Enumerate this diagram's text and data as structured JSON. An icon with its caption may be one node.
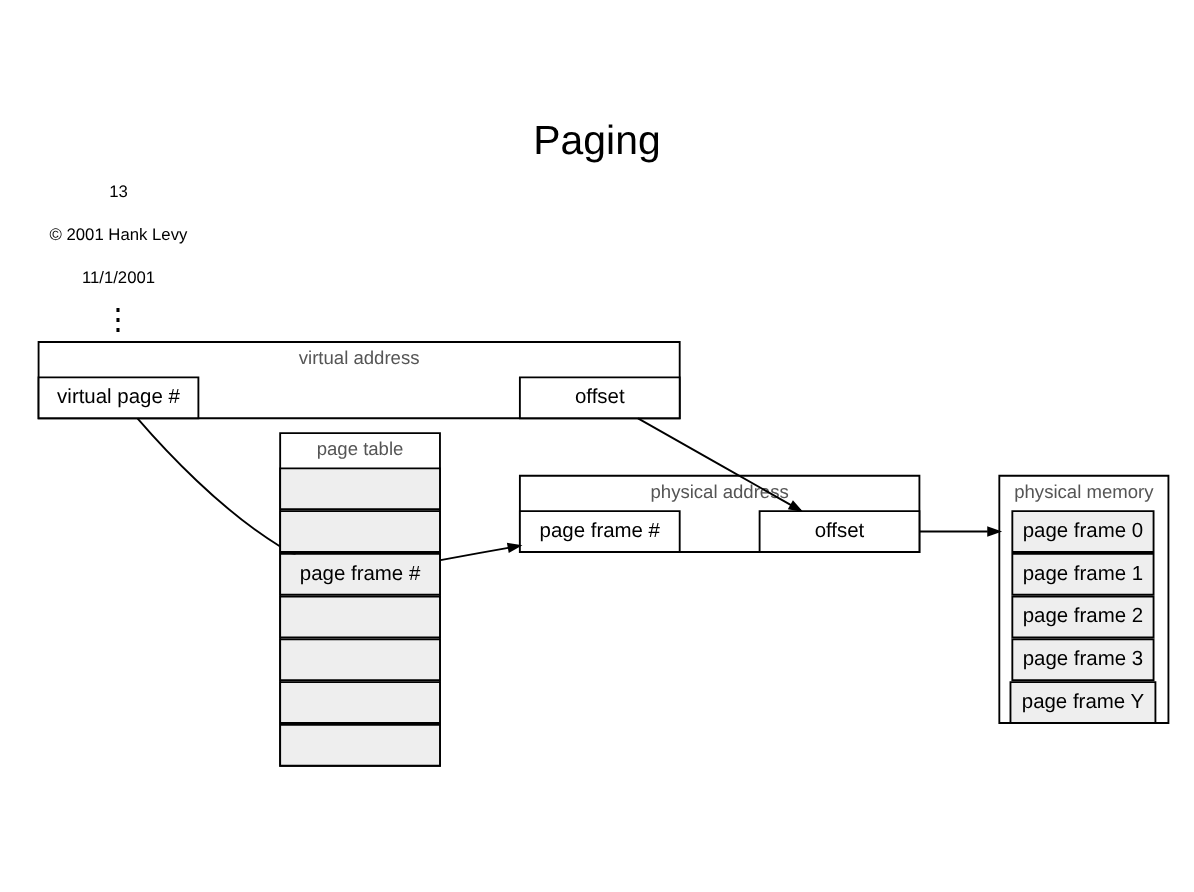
{
  "diagram": {
    "title": "Paging",
    "nodes": [
      {
        "text": [
          "virtual address"
        ]
      },
      {
        "text": [
          "virtual page #"
        ],
        "in": 0
      },
      {
        "text": [
          "offset"
        ],
        "in": 0
      },
      {
        "text": [
          "page table"
        ]
      },
      {
        "text": [],
        "shape": "box",
        "in": 3
      },
      {
        "text": [],
        "shape": "box",
        "in": 3
      },
      {
        "text": [
          "page frame #"
        ],
        "in": 3
      },
      {
        "text": [],
        "shape": "box",
        "in": 3
      },
      {
        "text": [],
        "shape": "box",
        "in": 3
      },
      {
        "text": [],
        "shape": "box",
        "in": 3
      },
      {
        "text": [],
        "shape": "box",
        "in": 3
      },
      {
        "text": [
          "physical address"
        ]
      },
      {
        "text": [
          "page frame #"
        ],
        "in": 11
      },
      {
        "text": [
          "offset"
        ],
        "in": 11
      },
      {
        "text": [
          "physical memory"
        ]
      },
      {
        "text": [
          "page frame 0"
        ],
        "in": 14
      },
      {
        "text": [
          "page frame 1"
        ],
        "in": 14
      },
      {
        "text": [
          "page frame 2"
        ],
        "in": 14
      },
      {
        "text": [
          "page frame 3"
        ],
        "in": 14
      },
      {
        "text": [
          "page frame Y"
        ],
        "in": 14
      }
    ],
    "edges": [
      {
        "from": 1,
        "to": 6,
        "arrow": "to"
      },
      {
        "from": 2,
        "to": 13,
        "arrow": "to"
      },
      {
        "from": 6,
        "to": 12,
        "arrow": "to"
      },
      {
        "from": 13,
        "to": 14,
        "arrow": "to"
      }
    ],
    "labels": [
      "⋮",
      "11/1/2001",
      "© 2001 Hank Levy",
      "13"
    ]
  }
}
